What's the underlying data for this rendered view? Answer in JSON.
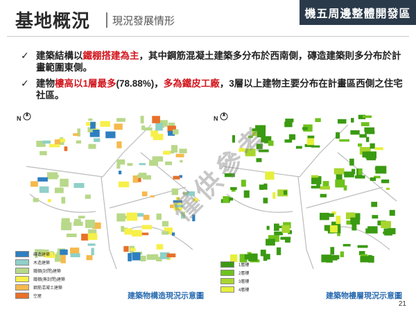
{
  "header": {
    "title": "基地概況",
    "subtitle": "現況發展情形",
    "tag": "機五周邊整體開發區"
  },
  "bullets": [
    {
      "segments": [
        {
          "text": "建築結構以",
          "red": false
        },
        {
          "text": "鐵棚搭建為主",
          "red": true
        },
        {
          "text": "，其中鋼筋混凝土建築多分布於西南側，磚造建築則多分布於計畫範圍東側。",
          "red": false
        }
      ]
    },
    {
      "segments": [
        {
          "text": "建物",
          "red": false
        },
        {
          "text": "樓高以1層最多",
          "red": true
        },
        {
          "text": "(78.88%)，",
          "red": false
        },
        {
          "text": "多為鐵皮工廠",
          "red": true
        },
        {
          "text": "，3層以上建物主要分布在計畫區西側之住宅社區。",
          "red": false
        }
      ]
    }
  ],
  "maps": {
    "north_label": "N",
    "left_caption": "建築物構造現況示意圖",
    "right_caption": "建築物樓層現況示意圖",
    "left_legend": [
      {
        "label": "磚造建築",
        "color": "#2e7fc1"
      },
      {
        "label": "木造建築",
        "color": "#8fd0c8"
      },
      {
        "label": "鐵棚(封閉)建築",
        "color": "#b8d88a"
      },
      {
        "label": "鐵棚(無封閉)建築",
        "color": "#f7f04a"
      },
      {
        "label": "鋼筋混凝土建築",
        "color": "#f6b94d"
      },
      {
        "label": "空屋",
        "color": "#e8702a"
      }
    ],
    "right_legend": [
      {
        "label": "1層樓",
        "color": "#3a9a12"
      },
      {
        "label": "2層樓",
        "color": "#6ec21c"
      },
      {
        "label": "3層樓",
        "color": "#a8d62e"
      },
      {
        "label": "4層樓",
        "color": "#e6f03a"
      }
    ]
  },
  "watermark": "僅供參考",
  "page_number": "21"
}
